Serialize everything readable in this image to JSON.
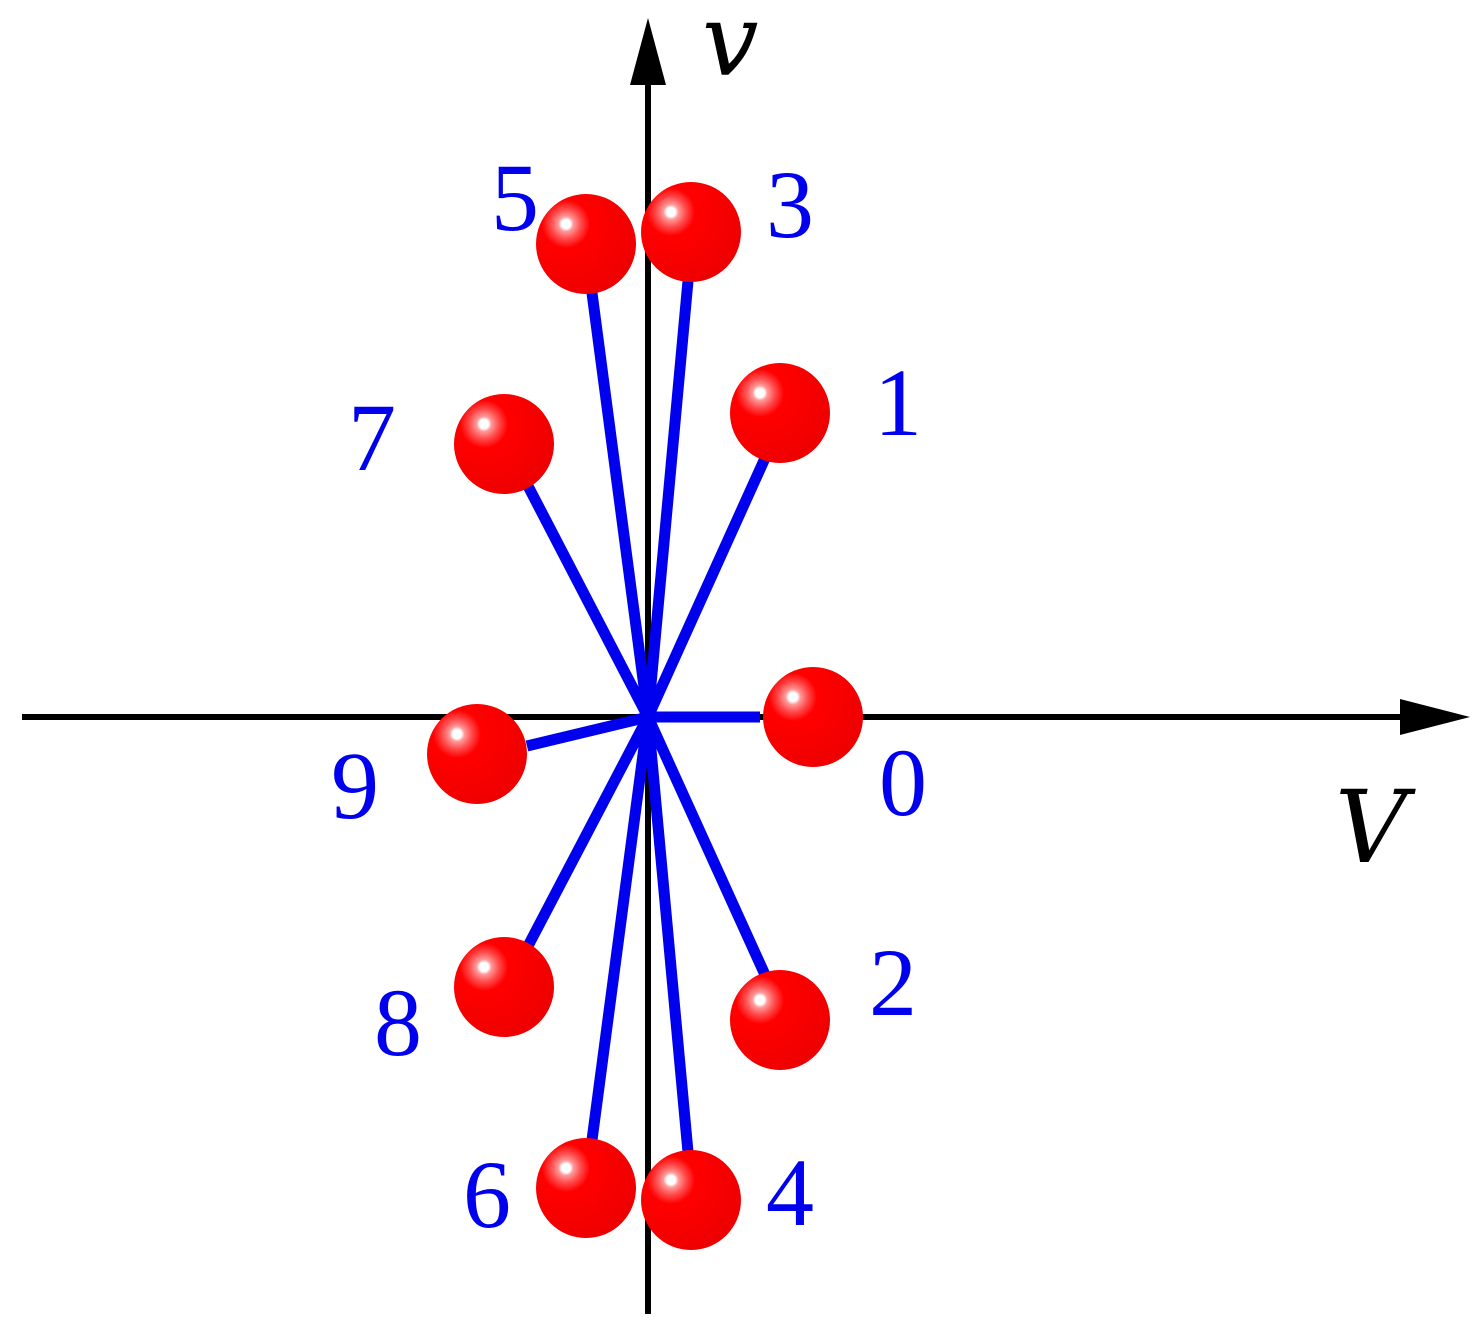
{
  "axes": {
    "horizontal_label": "V",
    "vertical_label": "v"
  },
  "colors": {
    "axis": "#000000",
    "spoke": "#0000ee",
    "label": "#0000ee",
    "ball": "#ff0000",
    "ball_highlight": "#ffffff"
  },
  "diagram": {
    "points": [
      {
        "label": "0"
      },
      {
        "label": "1"
      },
      {
        "label": "2"
      },
      {
        "label": "3"
      },
      {
        "label": "4"
      },
      {
        "label": "5"
      },
      {
        "label": "6"
      },
      {
        "label": "7"
      },
      {
        "label": "8"
      },
      {
        "label": "9"
      }
    ]
  }
}
